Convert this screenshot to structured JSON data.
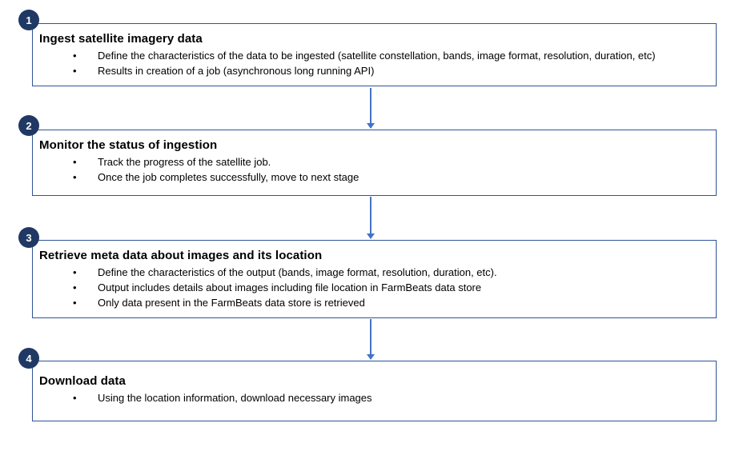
{
  "bullet_char": "•",
  "colors": {
    "box_border": "#2E5496",
    "badge_fill": "#1F3864",
    "badge_text": "#FFFFFF",
    "arrow": "#4472C4",
    "text": "#000000",
    "background": "#FFFFFF"
  },
  "steps": [
    {
      "number": "1",
      "title": "Ingest satellite imagery data",
      "bullets": [
        "Define the characteristics of the data to be ingested (satellite constellation, bands, image format, resolution, duration, etc)",
        "Results in creation of a job (asynchronous long running API)"
      ]
    },
    {
      "number": "2",
      "title": "Monitor the status of ingestion",
      "bullets": [
        "Track the progress of the satellite job.",
        "Once the job completes successfully, move to next stage"
      ]
    },
    {
      "number": "3",
      "title": "Retrieve meta data about images and its location",
      "bullets": [
        "Define the characteristics of the output (bands, image format, resolution, duration, etc).",
        "Output includes details about images including file location in FarmBeats data store",
        "Only data present in the FarmBeats data store is retrieved"
      ]
    },
    {
      "number": "4",
      "title": "Download data",
      "bullets": [
        "Using the location information, download necessary images"
      ]
    }
  ]
}
